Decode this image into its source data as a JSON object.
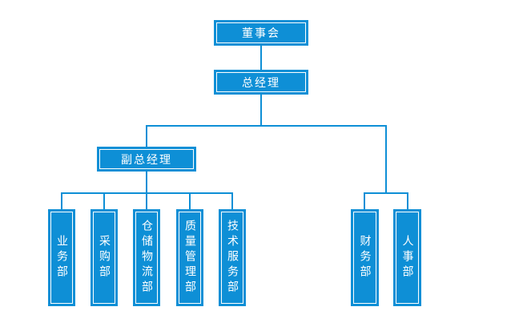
{
  "diagram": {
    "type": "org-chart",
    "colors": {
      "node_fill": "#0e8fd6",
      "node_inner_border": "#ffffff",
      "node_text": "#ffffff",
      "connector": "#0e8fd6",
      "background": "#ffffff"
    },
    "nodes": {
      "board": {
        "label": "董事会"
      },
      "general_manager": {
        "label": "总经理"
      },
      "deputy_general_manager": {
        "label": "副总经理"
      },
      "business_dept": {
        "label": "业务部"
      },
      "purchasing_dept": {
        "label": "采购部"
      },
      "warehousing_logistics_dept": {
        "label": "仓储物流部"
      },
      "quality_management_dept": {
        "label": "质量管理部"
      },
      "technical_service_dept": {
        "label": "技术服务部"
      },
      "finance_dept": {
        "label": "财务部"
      },
      "hr_dept": {
        "label": "人事部"
      }
    },
    "edges": [
      [
        "董事会",
        "总经理"
      ],
      [
        "总经理",
        "副总经理"
      ],
      [
        "总经理",
        "财务部"
      ],
      [
        "总经理",
        "人事部"
      ],
      [
        "副总经理",
        "业务部"
      ],
      [
        "副总经理",
        "采购部"
      ],
      [
        "副总经理",
        "仓储物流部"
      ],
      [
        "副总经理",
        "质量管理部"
      ],
      [
        "副总经理",
        "技术服务部"
      ]
    ]
  }
}
